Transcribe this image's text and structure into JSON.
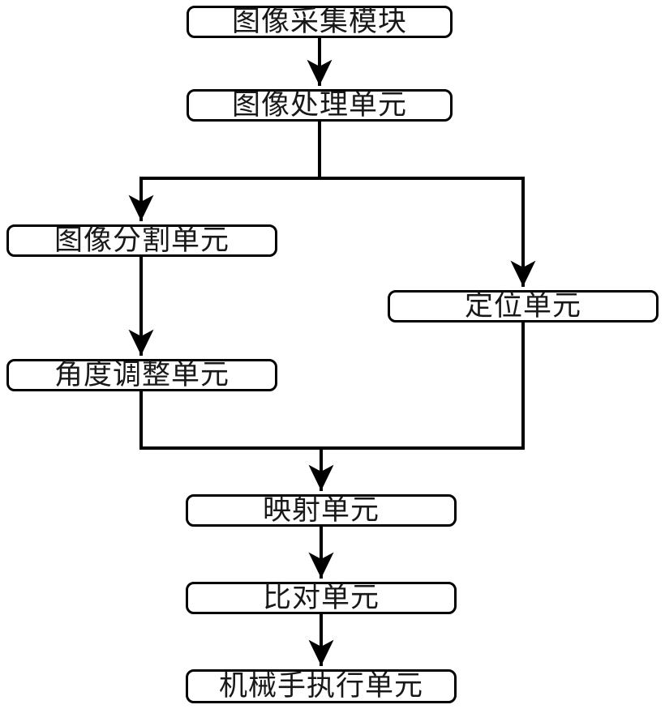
{
  "diagram": {
    "type": "flowchart",
    "background_color": "#ffffff",
    "line_color": "#000000",
    "box_fill_color": "#ffffff",
    "text_color": "#181818",
    "nodes": [
      {
        "id": "image-acquisition-module",
        "label": "图像采集模块"
      },
      {
        "id": "image-processing-unit",
        "label": "图像处理单元"
      },
      {
        "id": "image-segmentation-unit",
        "label": "图像分割单元"
      },
      {
        "id": "positioning-unit",
        "label": "定位单元"
      },
      {
        "id": "angle-adjustment-unit",
        "label": "角度调整单元"
      },
      {
        "id": "mapping-unit",
        "label": "映射单元"
      },
      {
        "id": "comparison-unit",
        "label": "比对单元"
      },
      {
        "id": "manipulator-execution-unit",
        "label": "机械手执行单元"
      }
    ],
    "edges": [
      {
        "from": "图像采集模块",
        "to": "图像处理单元",
        "arrow": true
      },
      {
        "from": "图像处理单元",
        "to": "图像分割单元",
        "arrow": true
      },
      {
        "from": "图像处理单元",
        "to": "定位单元",
        "arrow": true
      },
      {
        "from": "图像分割单元",
        "to": "角度调整单元",
        "arrow": true
      },
      {
        "from": "角度调整单元",
        "to": "映射单元",
        "arrow": true
      },
      {
        "from": "定位单元",
        "to": "映射单元",
        "arrow": true
      },
      {
        "from": "映射单元",
        "to": "比对单元",
        "arrow": true
      },
      {
        "from": "比对单元",
        "to": "机械手执行单元",
        "arrow": true
      }
    ]
  }
}
